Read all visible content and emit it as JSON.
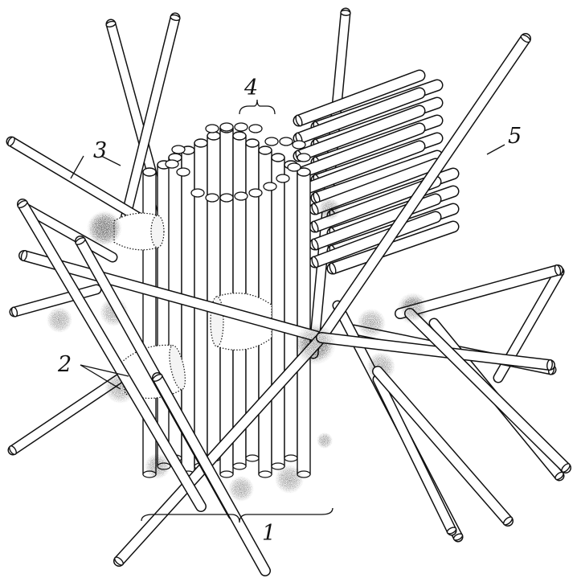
{
  "labels": {
    "one": "1",
    "two": "2",
    "three": "3",
    "four": "4",
    "five": "5"
  },
  "colors": {
    "ink": "#111111",
    "paper": "#ffffff",
    "stipple": "#222222"
  }
}
